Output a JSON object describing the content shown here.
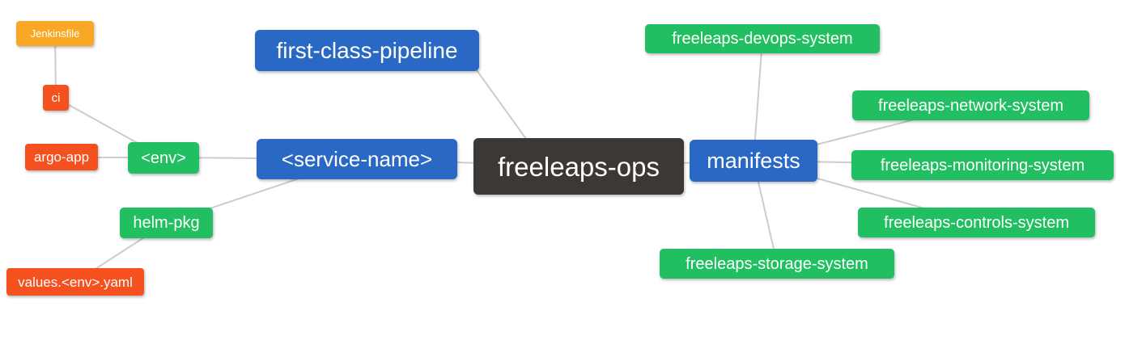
{
  "diagram": {
    "type": "mindmap",
    "background_color": "#ffffff",
    "edge_color": "#cccccc",
    "palette": {
      "blue": "#2A68C5",
      "green": "#21BF61",
      "red": "#F4511E",
      "orange": "#F9A825",
      "dark": "#3B3835",
      "text": "#ffffff"
    },
    "nodes": [
      {
        "id": "jenkinsfile",
        "label": "Jenkinsfile",
        "color": "orange"
      },
      {
        "id": "ci",
        "label": "ci",
        "color": "red"
      },
      {
        "id": "argo-app",
        "label": "argo-app",
        "color": "red"
      },
      {
        "id": "env",
        "label": "<env>",
        "color": "green"
      },
      {
        "id": "service-name",
        "label": "<service-name>",
        "color": "blue"
      },
      {
        "id": "helm-pkg",
        "label": "helm-pkg",
        "color": "green"
      },
      {
        "id": "values-env-yaml",
        "label": "values.<env>.yaml",
        "color": "red"
      },
      {
        "id": "first-class-pipeline",
        "label": "first-class-pipeline",
        "color": "blue"
      },
      {
        "id": "freeleaps-ops",
        "label": "freeleaps-ops",
        "color": "dark"
      },
      {
        "id": "manifests",
        "label": "manifests",
        "color": "blue"
      },
      {
        "id": "freeleaps-devops-system",
        "label": "freeleaps-devops-system",
        "color": "green"
      },
      {
        "id": "freeleaps-network-system",
        "label": "freeleaps-network-system",
        "color": "green"
      },
      {
        "id": "freeleaps-monitoring-system",
        "label": "freeleaps-monitoring-system",
        "color": "green"
      },
      {
        "id": "freeleaps-controls-system",
        "label": "freeleaps-controls-system",
        "color": "green"
      },
      {
        "id": "freeleaps-storage-system",
        "label": "freeleaps-storage-system",
        "color": "green"
      }
    ],
    "edges": [
      {
        "from": "jenkinsfile",
        "to": "ci"
      },
      {
        "from": "ci",
        "to": "env"
      },
      {
        "from": "argo-app",
        "to": "env"
      },
      {
        "from": "env",
        "to": "service-name"
      },
      {
        "from": "helm-pkg",
        "to": "service-name"
      },
      {
        "from": "helm-pkg",
        "to": "values-env-yaml"
      },
      {
        "from": "service-name",
        "to": "freeleaps-ops"
      },
      {
        "from": "first-class-pipeline",
        "to": "freeleaps-ops"
      },
      {
        "from": "freeleaps-ops",
        "to": "manifests"
      },
      {
        "from": "manifests",
        "to": "freeleaps-devops-system"
      },
      {
        "from": "manifests",
        "to": "freeleaps-network-system"
      },
      {
        "from": "manifests",
        "to": "freeleaps-monitoring-system"
      },
      {
        "from": "manifests",
        "to": "freeleaps-controls-system"
      },
      {
        "from": "manifests",
        "to": "freeleaps-storage-system"
      }
    ]
  }
}
